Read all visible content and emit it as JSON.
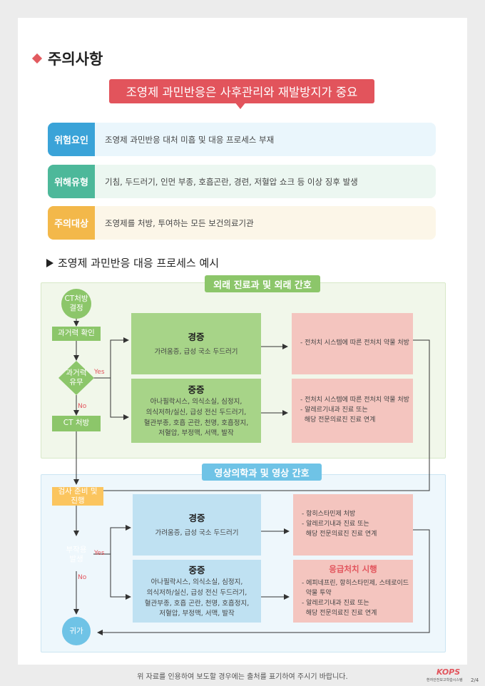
{
  "header": {
    "title": "주의사항",
    "banner": "조영제 과민반응은 사후관리와 재발방지가 중요"
  },
  "risks": [
    {
      "label": "위험요인",
      "text": "조영제 과민반응 대처 미흡 및 대응 프로세스 부재",
      "color": "#3aa3d8",
      "bg": "#eaf6fc"
    },
    {
      "label": "위해유형",
      "text": "기침, 두드러기, 인먼 부종, 호흡곤란, 경련, 저혈압 쇼크 등 이상 징후 발생",
      "color": "#4db89a",
      "bg": "#ecf7f1"
    },
    {
      "label": "주의대상",
      "text": "조영제를 처방, 투여하는 모든 보건의료기관",
      "color": "#f3b84a",
      "bg": "#fcf6e8"
    }
  ],
  "process_title": "조영제 과민반응 대응 프로세스 예시",
  "zone1": {
    "label": "외래 진료과 및 외래 간호",
    "start": "CT처방\n결정",
    "history": "과거력 확인",
    "decision": "과거력\n유무",
    "yes": "Yes",
    "no": "No",
    "ct": "CT 처방",
    "mild": {
      "title": "경증",
      "text": "가려움증, 급성 국소 두드러기"
    },
    "severe": {
      "title": "중증",
      "lines": [
        "아나필락시스, 의식소실, 심정지,",
        "의식저하/실신, 급성 전신 두드러기,",
        "혈관부종, 호흡 곤란, 천명, 호흡정지,",
        "저혈압, 부정맥, 서맥, 발작"
      ]
    },
    "out_mild": [
      "- 전처치 시스템에 따른 전처치 약물 처방"
    ],
    "out_severe": [
      "- 전처치 시스템에 따른 전처치 약물 처방",
      "- 알레르기내과 진료 또는",
      "  해당 전문의료진 진료 연계"
    ]
  },
  "zone2": {
    "label": "영상의학과 및 영상 간호",
    "prep": "검사 준비 및\n진행",
    "decision": "부작용\n발생",
    "yes": "Yes",
    "no": "No",
    "home": "귀가",
    "mild": {
      "title": "경증",
      "text": "가려움증, 급성 국소 두드러기"
    },
    "severe": {
      "title": "중증",
      "lines": [
        "아나필락시스, 의식소실, 심정지,",
        "의식저하/실신, 급성 전신 두드러기,",
        "혈관부종, 호흡 곤란, 천명, 호흡정지,",
        "저혈압, 부정맥, 서맥, 발작"
      ]
    },
    "out_mild": [
      "- 항히스타민제 처방",
      "- 알레르기내과 진료 또는",
      "  해당 전문의료진 진료 연계"
    ],
    "out_severe_title": "응급처치 시행",
    "out_severe": [
      "- 에피네프린, 항히스타민제, 스테로이드",
      "  약물 투약",
      "- 알레르기내과 진료 또는",
      "  해당 전문의료진 진료 연계"
    ]
  },
  "footer": {
    "notice": "위 자료를 인용하여 보도할 경우에는 출처를 표기하여 주시기 바랍니다.",
    "logo": "KOPS",
    "logo_sub": "환자안전보고학습시스템",
    "page": "2/4"
  },
  "colors": {
    "red": "#e2545c",
    "green": "#8cc66a",
    "green_light": "#a7d488",
    "blue_light": "#bfe1f2",
    "blue": "#6fc3e6",
    "pink": "#f4c5bf",
    "orange": "#fbc55f"
  }
}
